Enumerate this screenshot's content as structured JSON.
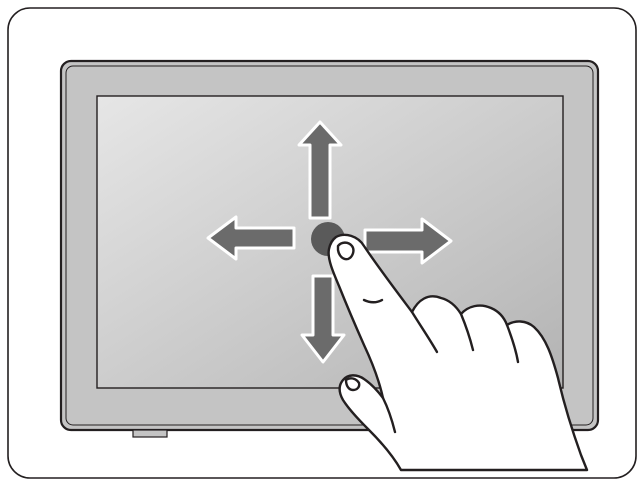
{
  "illustration": {
    "subject": "swipe-gesture-on-touch-display",
    "gesture": "drag",
    "directions": [
      "up",
      "down",
      "left",
      "right"
    ]
  },
  "colors": {
    "background": "#ffffff",
    "outline": "#231f20",
    "card_fill": "#ffffff",
    "bezel": "#c4c4c4",
    "screen_light": "#e6e6e6",
    "screen_dark": "#b3b3b3",
    "arrow_fill": "#6b6b6b",
    "arrow_stroke": "#ffffff",
    "touch_point": "#5a5a5a",
    "hand_fill": "#ffffff"
  }
}
